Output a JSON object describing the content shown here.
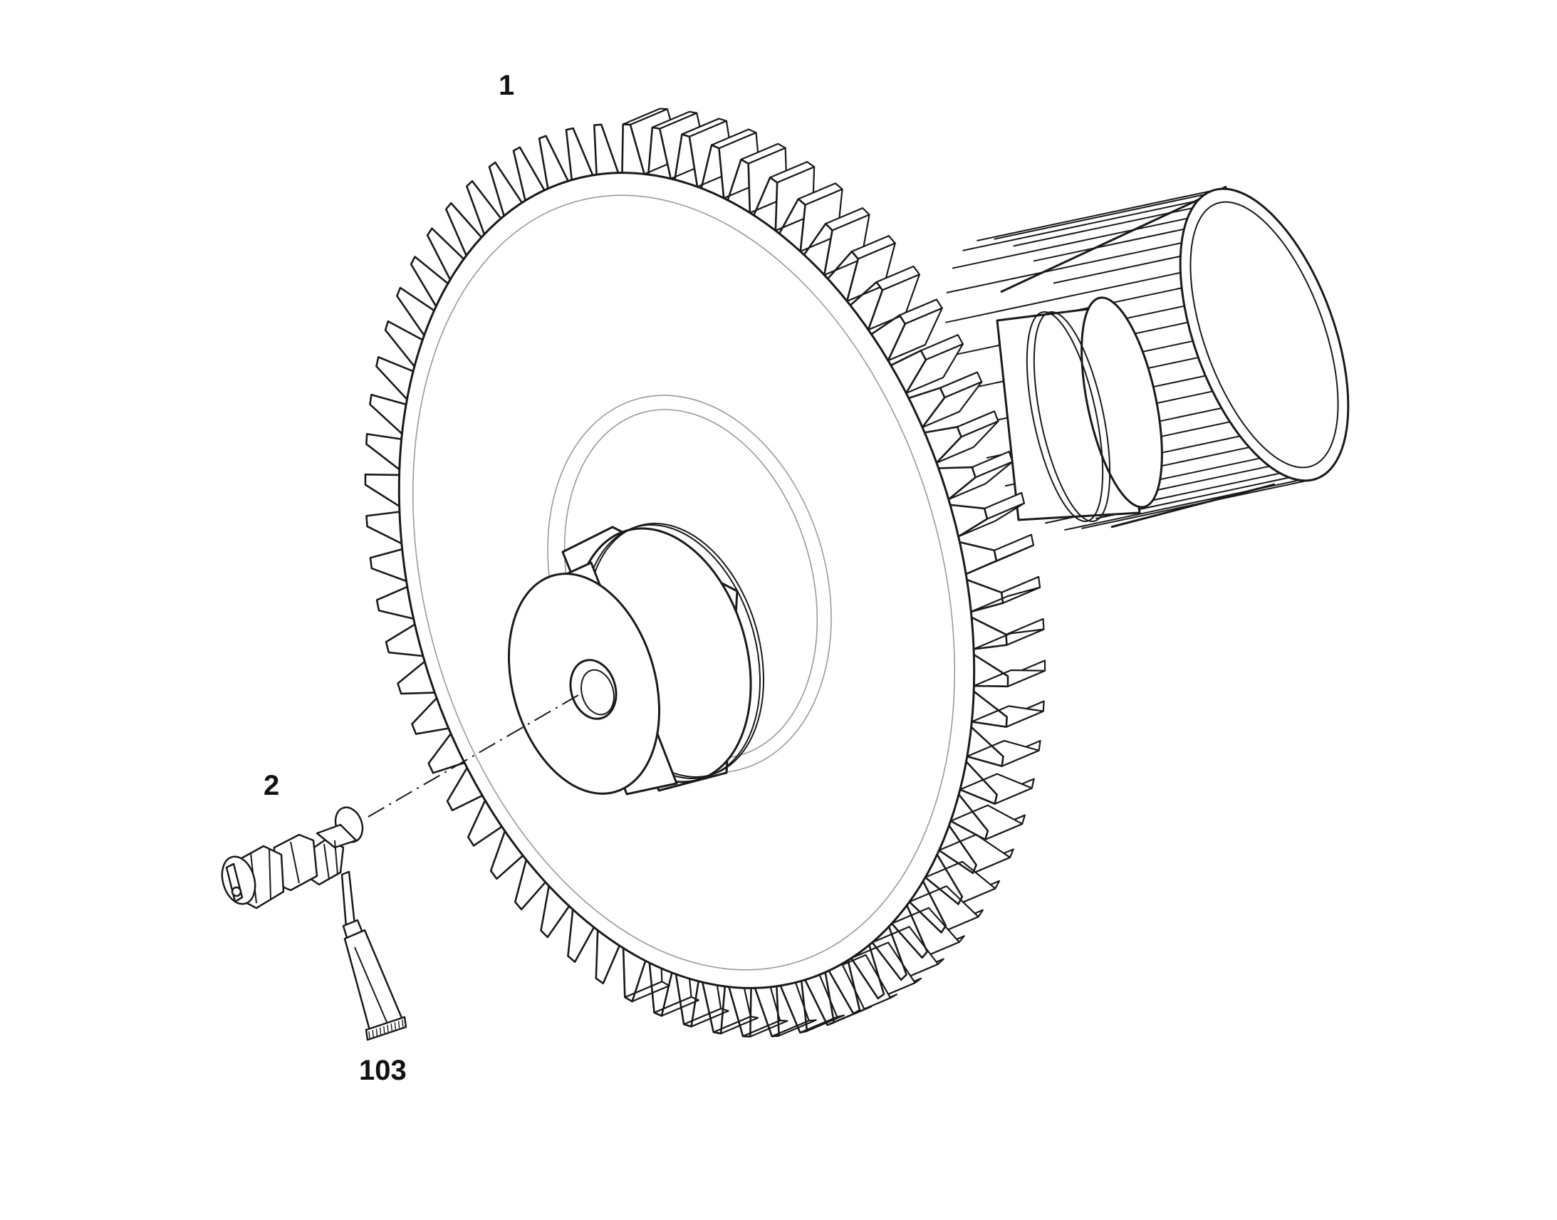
{
  "callouts": {
    "gear_shaft": "1",
    "plug": "2",
    "sealant": "103"
  },
  "colors": {
    "line": "#1a1a1a",
    "ghost_line": "#9a9a9a",
    "background": "#ffffff"
  }
}
